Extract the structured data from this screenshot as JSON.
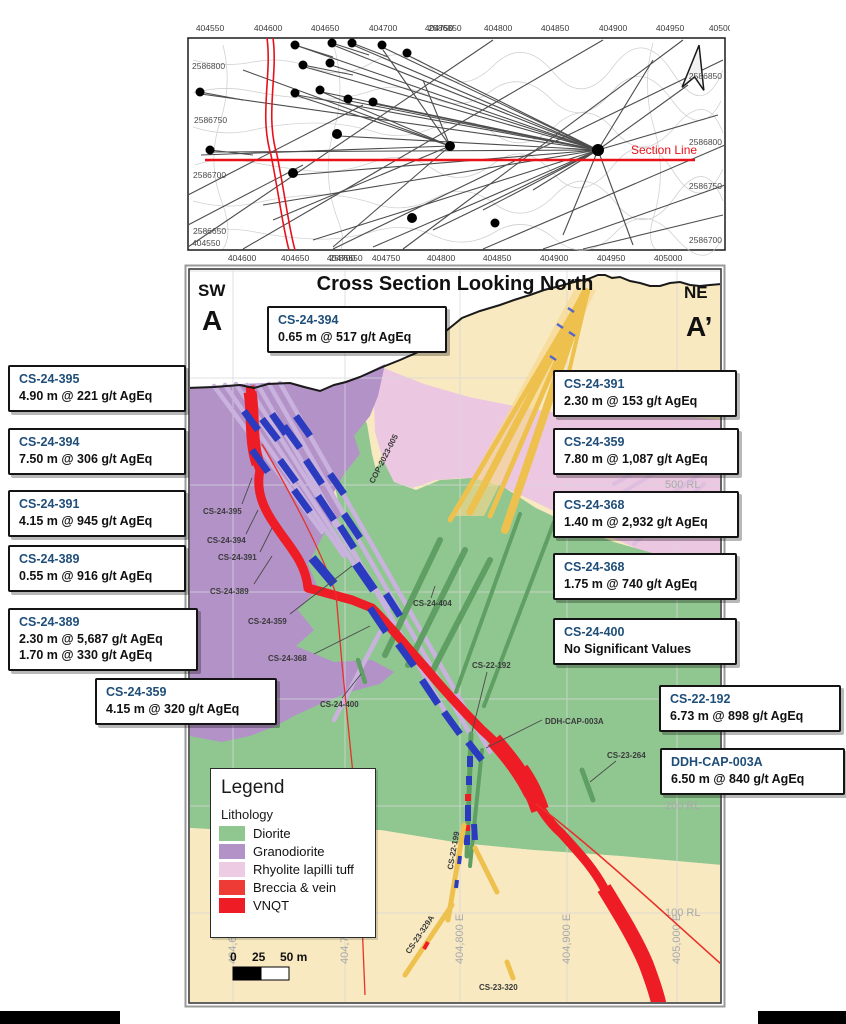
{
  "map": {
    "top_axis": [
      "404550",
      "404600",
      "404650",
      "404700",
      "404750",
      "404800",
      "404850",
      "404900",
      "404950",
      "405000"
    ],
    "top_axis_overlap": "2586850",
    "bottom_axis": [
      "404600",
      "404650",
      "404700",
      "404750",
      "404800",
      "404850",
      "404900",
      "404950",
      "405000"
    ],
    "bottom_axis_overlap": "2586650",
    "left_labels": [
      "2586800",
      "2586750",
      "2586700",
      "2586650",
      "404550"
    ],
    "right_labels": [
      "2586850",
      "2586800",
      "2586750",
      "2586700"
    ],
    "section_line_label": "Section Line",
    "colors": {
      "section_line_red": "#e8111a"
    }
  },
  "section": {
    "title": "Cross Section Looking North",
    "sw": "SW",
    "ne": "NE",
    "a": "A",
    "a_prime": "A’",
    "rl_labels": [
      "500 RL",
      "200 RL",
      "100 RL"
    ],
    "easting_labels": [
      "404,600 E",
      "404,700 E",
      "404,800 E",
      "404,900 E",
      "405,000 E"
    ],
    "hole_labels": {
      "cs24395": "CS-24-395",
      "cs24394": "CS-24-394",
      "cs24391": "CS-24-391",
      "cs24389": "CS-24-389",
      "cs24359": "CS-24-359",
      "cs24368": "CS-24-368",
      "cs24404": "CS-24-404",
      "cs24400": "CS-24-400",
      "cs22192": "CS-22-192",
      "ddhcap003a": "DDH-CAP-003A",
      "cs23264": "CS-23-264",
      "cop2023005": "COP-2023-005",
      "cs22199": "CS-22-199",
      "cs23329a": "CS-23-329A",
      "cs23320": "CS-23-320"
    }
  },
  "callouts": {
    "top": {
      "id": "CS-24-394",
      "line1": "0.65 m @ 517 g/t AgEq"
    },
    "left": [
      {
        "id": "CS-24-395",
        "line1": "4.90 m @ 221 g/t AgEq"
      },
      {
        "id": "CS-24-394",
        "line1": "7.50 m @ 306 g/t AgEq"
      },
      {
        "id": "CS-24-391",
        "line1": "4.15 m @ 945 g/t AgEq"
      },
      {
        "id": "CS-24-389",
        "line1": "0.55 m @ 916 g/t AgEq"
      },
      {
        "id": "CS-24-389",
        "line1": "2.30 m @ 5,687 g/t AgEq",
        "line2": "1.70 m @ 330 g/t AgEq"
      },
      {
        "id": "CS-24-359",
        "line1": "4.15 m @ 320 g/t AgEq"
      }
    ],
    "right": [
      {
        "id": "CS-24-391",
        "line1": "2.30 m @ 153 g/t AgEq"
      },
      {
        "id": "CS-24-359",
        "line1": "7.80 m @ 1,087 g/t AgEq"
      },
      {
        "id": "CS-24-368",
        "line1": "1.40 m @ 2,932 g/t AgEq"
      },
      {
        "id": "CS-24-368",
        "line1": "1.75 m @ 740 g/t AgEq"
      },
      {
        "id": "CS-24-400",
        "line1": "No Significant Values"
      },
      {
        "id": "CS-22-192",
        "line1": "6.73 m @ 898 g/t AgEq"
      },
      {
        "id": "DDH-CAP-003A",
        "line1": "6.50 m @ 840 g/t AgEq"
      }
    ]
  },
  "legend": {
    "title": "Legend",
    "subtitle": "Lithology",
    "items": [
      {
        "label": "Diorite",
        "color": "#90c791"
      },
      {
        "label": "Granodiorite",
        "color": "#b392c8"
      },
      {
        "label": "Rhyolite lapilli tuff",
        "color": "#edcbe3"
      },
      {
        "label": "Breccia & vein",
        "color": "#ee3b35"
      },
      {
        "label": "VNQT",
        "color": "#ee1c24"
      }
    ]
  },
  "scale_bar": {
    "t0": "0",
    "t25": "25",
    "t50": "50 m"
  }
}
